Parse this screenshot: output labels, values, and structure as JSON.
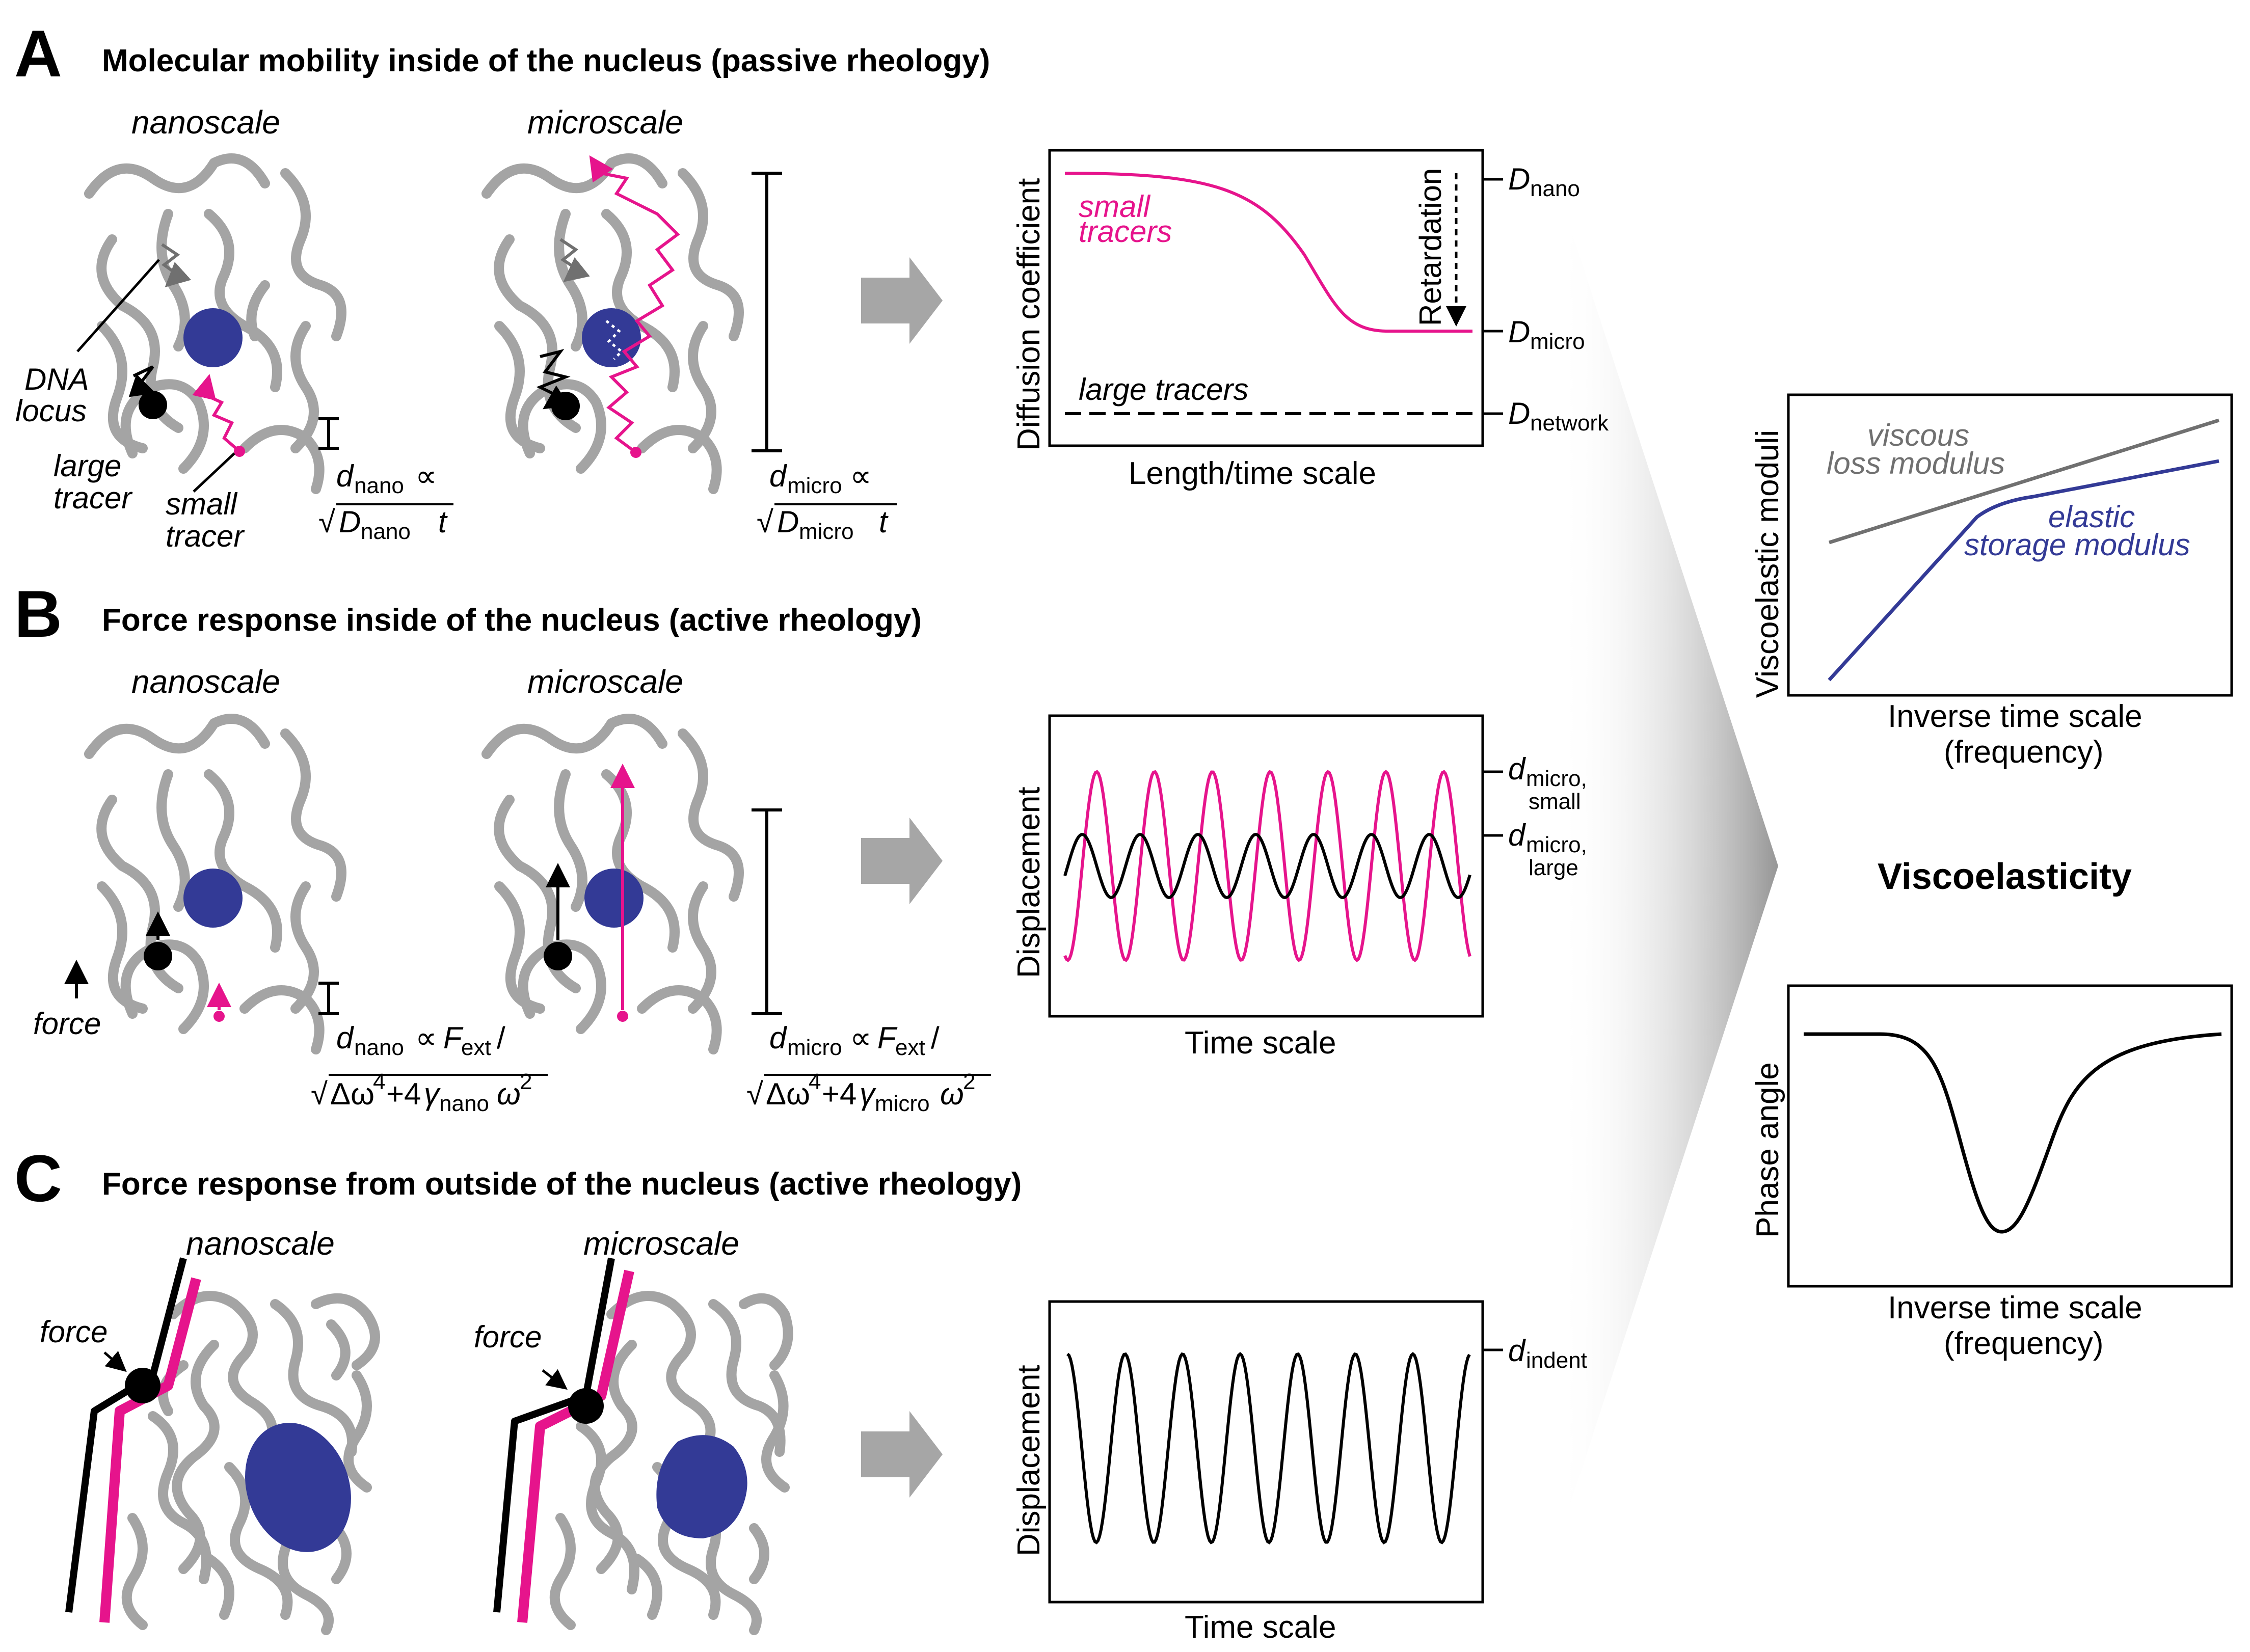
{
  "colors": {
    "magenta": "#e6148c",
    "blue": "#333a96",
    "gray_fiber": "#a4a4a4",
    "gray_arrow": "#a6a6a6",
    "gray_viscous": "#707070"
  },
  "panel_a": {
    "letter": "A",
    "title": "Molecular mobility inside of the nucleus (passive rheology)",
    "nanoscale": "nanoscale",
    "microscale": "microscale",
    "dna_locus_1": "DNA",
    "dna_locus_2": "locus",
    "large_tracer_1": "large",
    "large_tracer_2": "tracer",
    "small_tracer_1": "small",
    "small_tracer_2": "tracer",
    "d": "d",
    "nano": "nano",
    "micro": "micro",
    "prop": "∝",
    "sqrt": "√",
    "D": "D",
    "t": "t",
    "graph": {
      "ylabel": "Diffusion coefficient",
      "xlabel": "Length/time scale",
      "small_1": "small",
      "small_2": "tracers",
      "large": "large tracers",
      "retardation": "Retardation",
      "network": "network"
    }
  },
  "panel_b": {
    "letter": "B",
    "title": "Force response inside of the nucleus (active rheology)",
    "nanoscale": "nanoscale",
    "microscale": "microscale",
    "force": "force",
    "F": "F",
    "ext": "ext",
    "slash": "/",
    "omega_term": "Δω",
    "four": "4",
    "plus4": "+4",
    "gamma": "γ",
    "omega": "ω",
    "two": "2",
    "graph": {
      "ylabel": "Displacement",
      "xlabel": "Time scale",
      "micro_comma": "micro,",
      "small": "small",
      "large": "large"
    }
  },
  "panel_c": {
    "letter": "C",
    "title": "Force response from outside of the nucleus (active rheology)",
    "nanoscale": "nanoscale",
    "microscale": "microscale",
    "force": "force",
    "graph": {
      "ylabel": "Displacement",
      "xlabel": "Time scale",
      "indent": "indent"
    }
  },
  "right": {
    "moduli": {
      "ylabel": "Viscoelastic moduli",
      "xlabel_1": "Inverse time scale",
      "xlabel_2": "(frequency)",
      "viscous": "viscous",
      "loss": "loss modulus",
      "elastic": "elastic",
      "storage": "storage modulus"
    },
    "viscoelasticity": "Viscoelasticity",
    "phase": {
      "ylabel": "Phase angle",
      "xlabel_1": "Inverse time scale",
      "xlabel_2": "(frequency)"
    }
  }
}
